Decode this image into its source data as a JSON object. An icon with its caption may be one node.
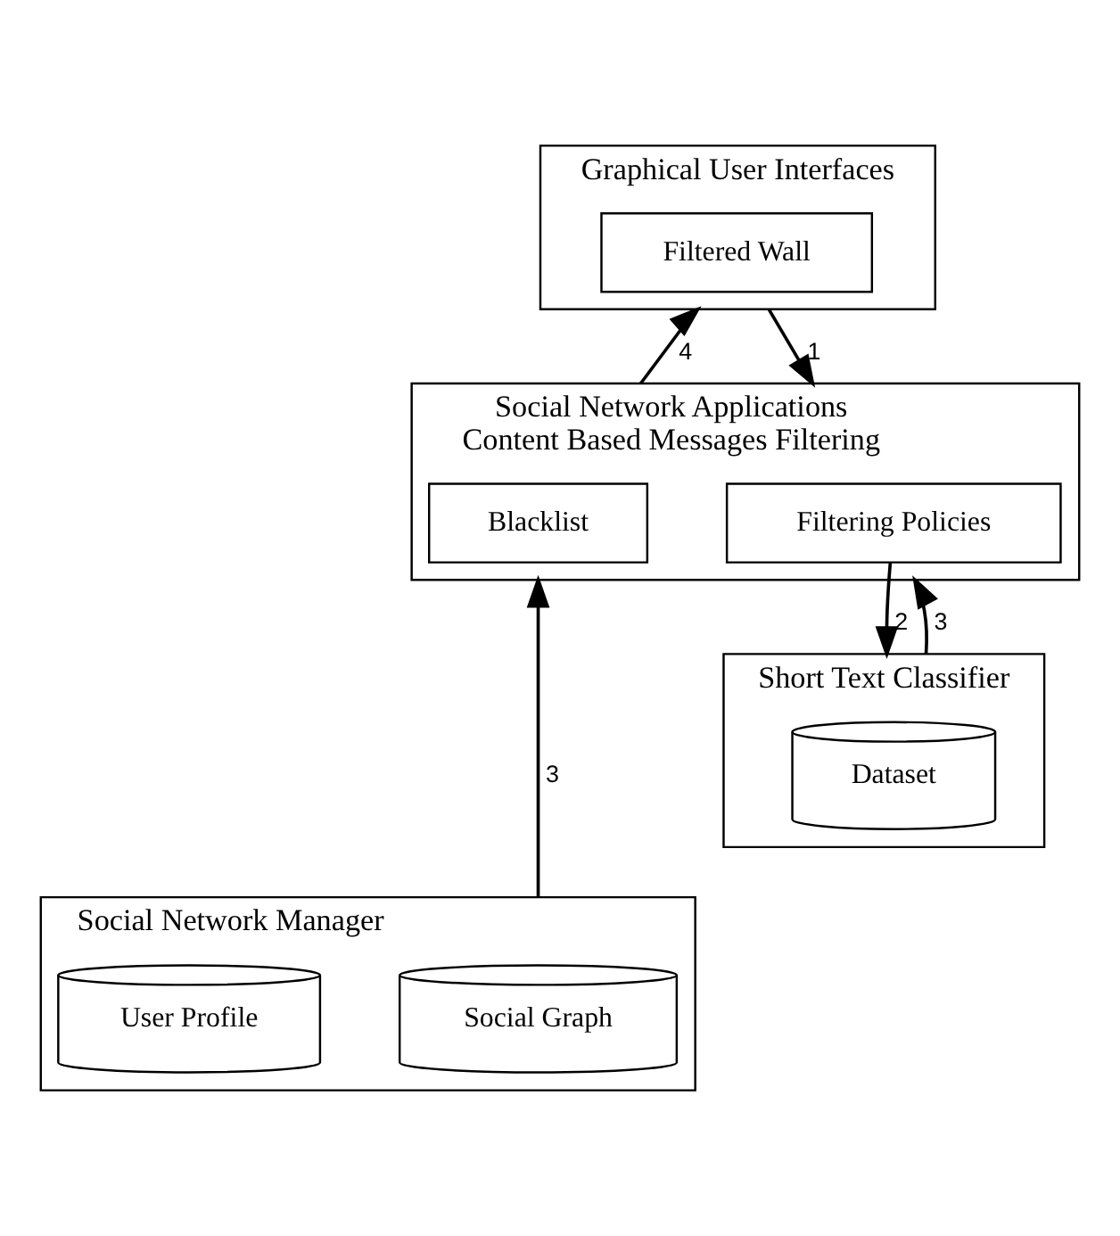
{
  "diagram": {
    "nodes": [
      {
        "text": [
          "Graphical User Interfaces"
        ]
      },
      {
        "text": [
          "Filtered Wall"
        ],
        "in": 0
      },
      {
        "text": [
          "Social Network Applications",
          "Content Based Messages Filtering"
        ]
      },
      {
        "text": [
          "Blacklist"
        ],
        "in": 2
      },
      {
        "text": [
          "Filtering Policies"
        ],
        "in": 2
      },
      {
        "text": [
          "Short Text Classifier"
        ]
      },
      {
        "text": [
          "Dataset"
        ],
        "in": 5
      },
      {
        "text": [
          "Social Network Manager"
        ]
      },
      {
        "text": [
          "Social Graph"
        ],
        "in": 7
      },
      {
        "text": [
          "User Profile"
        ],
        "in": 7
      }
    ],
    "edges": [
      {
        "from": 2,
        "to": 0,
        "arrow": "to",
        "label": "4"
      },
      {
        "from": 0,
        "to": 2,
        "arrow": "to",
        "label": "1"
      },
      {
        "from": 4,
        "to": 5,
        "arrow": "to",
        "label": "2"
      },
      {
        "from": 5,
        "to": 2,
        "arrow": "to",
        "label": "3"
      },
      {
        "from": 7,
        "to": 2,
        "arrow": "to",
        "label": "3"
      }
    ]
  }
}
